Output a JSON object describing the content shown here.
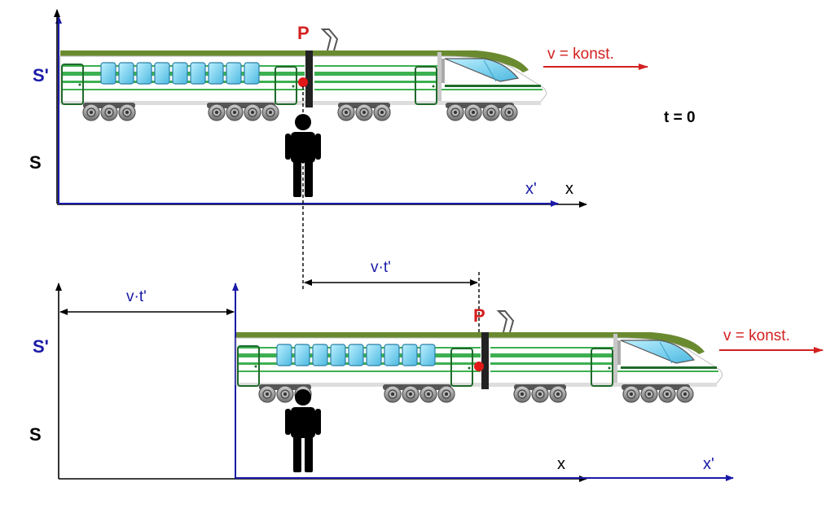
{
  "panel_top": {
    "frame_moving_label": "S'",
    "frame_rest_label": "S",
    "point_label": "P",
    "velocity_label": "v = konst.",
    "time_label": "t = 0",
    "axis_moving_label": "x'",
    "axis_rest_label": "x"
  },
  "middle": {
    "distance_label": "v·t'"
  },
  "panel_bottom": {
    "frame_moving_label": "S'",
    "frame_rest_label": "S",
    "point_label": "P",
    "velocity_label": "v = konst.",
    "distance_label": "v·t'",
    "axis_rest_label": "x",
    "axis_moving_label": "x'"
  },
  "colors": {
    "frame_moving": "#1a1aa8",
    "frame_rest": "#000000",
    "accent_red": "#d42020",
    "train_green": "#2e9e3e",
    "train_olive": "#6a8a30",
    "window_blue": "#7fd4ee"
  }
}
